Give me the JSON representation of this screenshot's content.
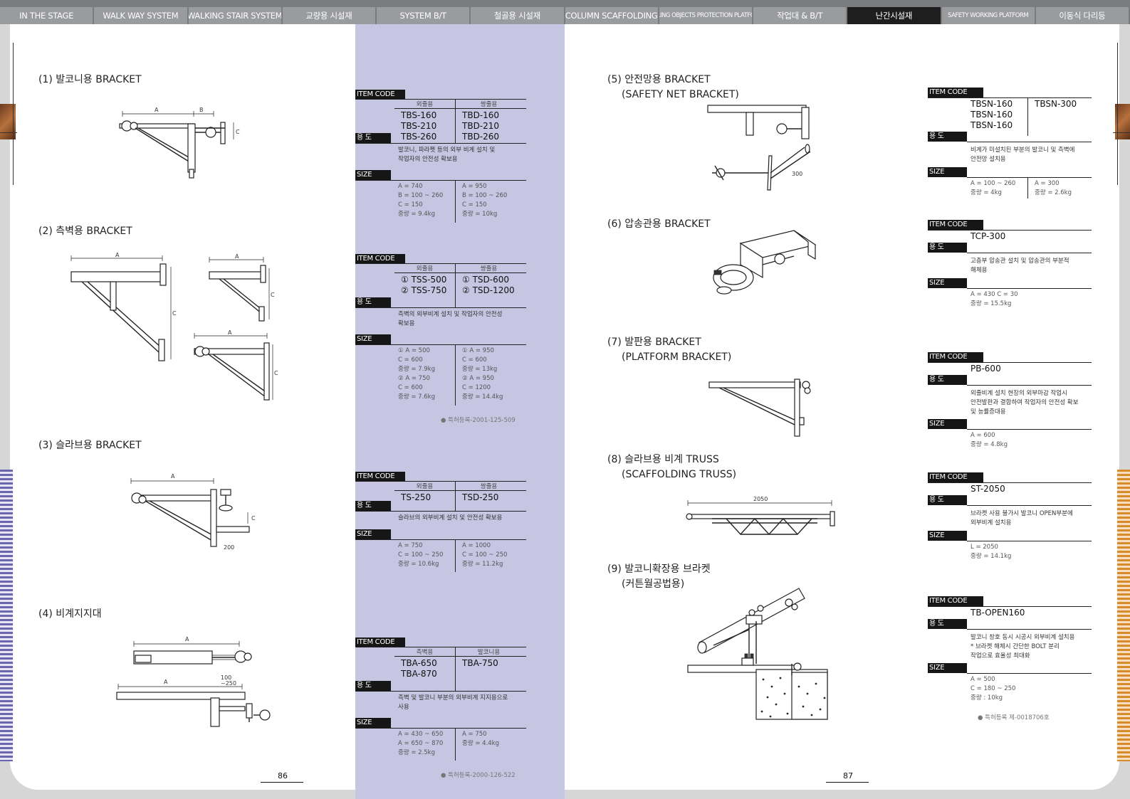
{
  "tabs": [
    {
      "label": "IN THE STAGE",
      "small": false
    },
    {
      "label": "WALK WAY SYSTEM",
      "small": false
    },
    {
      "label": "WALKING STAIR SYSTEM",
      "small": false
    },
    {
      "label": "교량용 시설재",
      "small": false
    },
    {
      "label": "SYSTEM B/T",
      "small": false
    },
    {
      "label": "철골용 시설재",
      "small": false
    },
    {
      "label": "COLUMN SCAFFOLDING",
      "small": false
    },
    {
      "label": "FALLING OBJECTS PROTECTION PLATFORM",
      "small": true
    },
    {
      "label": "작업대 & B/T",
      "small": false
    },
    {
      "label": "난간시설재",
      "small": false,
      "active": true
    },
    {
      "label": "SAFETY WORKING PLATFORM",
      "small": true
    },
    {
      "label": "이동식 다리등",
      "small": false
    }
  ],
  "labels": {
    "item_code": "ITEM CODE",
    "use": "용 도",
    "size": "SIZE"
  },
  "left": {
    "page_number": "86",
    "sections": [
      {
        "title": "(1) 발코니용 BRACKET",
        "col_heads": [
          "외줄용",
          "쌍줄용"
        ],
        "codes": [
          [
            "TBS-160",
            "TBS-210",
            "TBS-260"
          ],
          [
            "TBD-160",
            "TBD-210",
            "TBD-260"
          ]
        ],
        "use": [
          "발코니, 파라펫 등의 외부 비계 설치 및",
          "작업자의 안전성 확보용"
        ],
        "size": [
          [
            "A = 740",
            "B = 100 ~ 260",
            "C = 150",
            "중량 = 9.4kg"
          ],
          [
            "A = 950",
            "B = 100 ~ 260",
            "C = 150",
            "중량 = 10kg"
          ]
        ]
      },
      {
        "title": "(2) 측벽용 BRACKET",
        "col_heads": [
          "외줄용",
          "쌍줄용"
        ],
        "codes": [
          [
            "① TSS-500",
            "② TSS-750"
          ],
          [
            "① TSD-600",
            "② TSD-1200"
          ]
        ],
        "use": [
          "측벽의 외부비계 설치 및 작업자의 안전성",
          "확보용"
        ],
        "size": [
          [
            "① A = 500",
            "    C = 600",
            "    중량 = 7.9kg",
            "② A = 750",
            "    C = 600",
            "    중량 = 7.6kg"
          ],
          [
            "① A = 950",
            "    C = 600",
            "    중량 = 13kg",
            "② A = 950",
            "    C = 1200",
            "    중량 = 14.4kg"
          ]
        ],
        "patent": "● 특허등록-2001-125-509"
      },
      {
        "title": "(3) 슬라브용 BRACKET",
        "col_heads": [
          "외줄용",
          "쌍줄용"
        ],
        "codes": [
          [
            "TS-250"
          ],
          [
            "TSD-250"
          ]
        ],
        "use": [
          "슬라브의 외부비계 설치 및 안전성 확보용"
        ],
        "size": [
          [
            "A = 750",
            "C = 100 ~ 250",
            "중량 = 10.6kg"
          ],
          [
            "A = 1000",
            "C = 100 ~ 250",
            "중량 = 11.2kg"
          ]
        ]
      },
      {
        "title": "(4) 비계지지대",
        "col_heads": [
          "측벽용",
          "발코니용"
        ],
        "codes": [
          [
            "TBA-650",
            "TBA-870"
          ],
          [
            "TBA-750"
          ]
        ],
        "use": [
          "측벽 및 발코니 부분의 외부비계 지지용으로",
          "사용"
        ],
        "size": [
          [
            "A = 430 ~ 650",
            "A = 650 ~ 870",
            "중량 = 2.5kg"
          ],
          [
            "A = 750",
            "중량 = 4.4kg"
          ]
        ],
        "patent": "● 특허등록-2000-126-522"
      }
    ],
    "dims": {
      "a": "A",
      "b": "B",
      "c": "C",
      "d200": "200",
      "d100": "100",
      "d250": "~250"
    }
  },
  "right": {
    "page_number": "87",
    "sections": [
      {
        "title": [
          "(5) 안전망용 BRACKET",
          "(SAFETY NET BRACKET)"
        ],
        "codes": [
          [
            "TBSN-160",
            "TBSN-160",
            "TBSN-160"
          ],
          [
            "TBSN-300"
          ]
        ],
        "use": [
          "비계가 미설치된 부분의 발코니 및 측벽에",
          "안전망 설치용"
        ],
        "size": [
          [
            "A = 100 ~ 260",
            "중량 = 4kg"
          ],
          [
            "A = 300",
            "중량 = 2.6kg"
          ]
        ],
        "dim": "300"
      },
      {
        "title": [
          "(6) 압송관용 BRACKET"
        ],
        "codes": [
          [
            "TCP-300"
          ]
        ],
        "use": [
          "고층부 압송관 설치 및 압송관의 부분적",
          "해체용"
        ],
        "size": [
          [
            "A = 430      C = 30",
            "중량 = 15.5kg"
          ]
        ]
      },
      {
        "title": [
          "(7) 발판용 BRACKET",
          "(PLATFORM BRACKET)"
        ],
        "codes": [
          [
            "PB-600"
          ]
        ],
        "use": [
          "외줄비계 설치 현장의 외부마감 작업시",
          "안전발판과 결합하여 작업자의 안전성 확보",
          "및 능률증대용"
        ],
        "size": [
          [
            "A = 600",
            "중량 = 4.8kg"
          ]
        ]
      },
      {
        "title": [
          "(8) 슬라브용 비계 TRUSS",
          "(SCAFFOLDING TRUSS)"
        ],
        "codes": [
          [
            "ST-2050"
          ]
        ],
        "use": [
          "브라켓 사용 불가시 발코니 OPEN부분에",
          "외부비계 설치용"
        ],
        "size": [
          [
            "L = 2050",
            "중량 = 14.1kg"
          ]
        ],
        "dim": "2050"
      },
      {
        "title": [
          "(9) 발코니확장용 브라켓",
          "(커튼월공법용)"
        ],
        "codes": [
          [
            "TB-OPEN160"
          ]
        ],
        "use": [
          "발코니 창호 동시 시공시 외부비계 설치용",
          "* 브라켓 해체시 간단한 BOLT 분리",
          "  작업으로 효율성 최대화"
        ],
        "size": [
          [
            "A = 500",
            "C = 180 ~ 250",
            "중량 : 10kg"
          ]
        ],
        "patent": "● 특허등록 제-0018706호"
      }
    ]
  },
  "colors": {
    "tab_bar": "#7a7b7d",
    "tab": "#9a9b9e",
    "tab_active": "#1e1e1e",
    "lavender": "#c6c5e2",
    "label_bg": "#161616"
  }
}
